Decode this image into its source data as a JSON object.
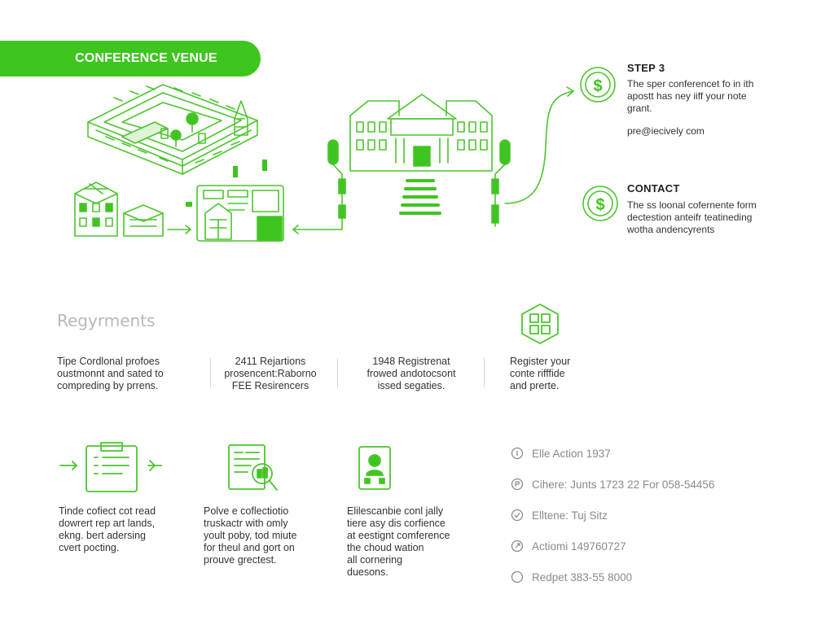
{
  "header": {
    "title": "CONFERENCE VENUE"
  },
  "step3": {
    "title": "STEP 3",
    "lines": [
      "The sper conferencet fo in ith",
      "apostt has ney iiff your note",
      "grant."
    ],
    "email": "pre@iecively com"
  },
  "contact": {
    "title": "CONTACT",
    "lines": [
      "The ss loonal cofernente form",
      "dectestion anteifr teatineding",
      "wotha andencyrents"
    ]
  },
  "requirements": {
    "heading": "Regyrments",
    "items": [
      {
        "lines": [
          "Tipe Cordlonal profoes",
          "oustmonnt and sated to",
          "compreding by prrens."
        ]
      },
      {
        "lines": [
          "2411 Rejartions",
          "prosencent:Raborno",
          "FEE Resirencers"
        ]
      },
      {
        "lines": [
          "1948 Registrenat",
          "frowed andotocsont",
          "issed segaties."
        ]
      },
      {
        "lines": [
          "Register your",
          "conte rifffide",
          "and prerte."
        ]
      }
    ]
  },
  "bottom": {
    "items": [
      {
        "lines": [
          "Tinde cofiect cot read",
          "dowrert rep art lands,",
          "ekng. bert adersing",
          "cvert pocting."
        ]
      },
      {
        "lines": [
          "Polve e coflectiotio",
          "truskactr with omly",
          "yoult poby, tod miute",
          "for theul and gort on",
          "prouve grectest."
        ]
      },
      {
        "lines": [
          "Elilescanbie conl jally",
          "tiere asy dis corfience",
          "at eestignt comference",
          "the choud wation",
          "all cornering",
          "duesons."
        ]
      }
    ],
    "contacts": [
      {
        "icon": "info-icon",
        "text": "Elle Action 1937"
      },
      {
        "icon": "phone-icon",
        "text": "Cihere: Junts 1723 22 For 058-54456"
      },
      {
        "icon": "check-icon",
        "text": "Elltene: Tuj Sitz"
      },
      {
        "icon": "link-icon",
        "text": "Actiomi 149760727"
      },
      {
        "icon": "circle-icon",
        "text": "Redpet 383-55 8000"
      }
    ]
  },
  "colors": {
    "accent": "#3ec51f",
    "stroke": "#4cc52e",
    "muted": "#8a8a8a"
  }
}
